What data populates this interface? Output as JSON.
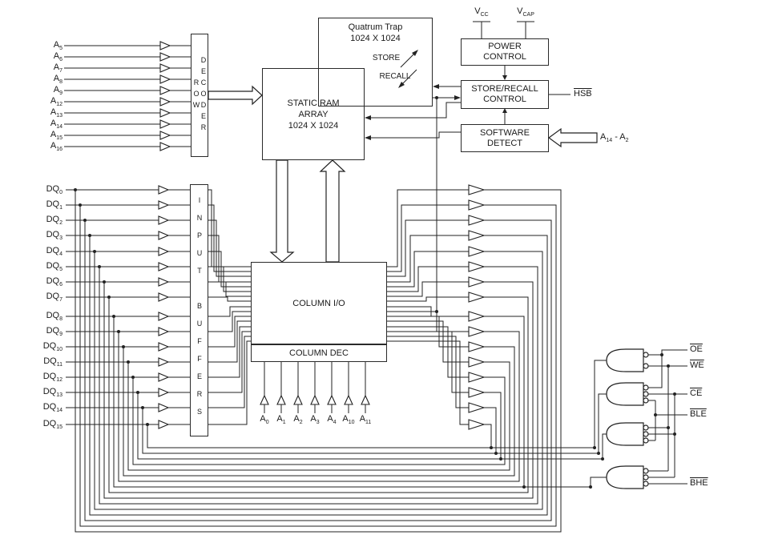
{
  "colors": {
    "ink": "#222222",
    "background": "#ffffff"
  },
  "blocks": {
    "row_decoder": {
      "vertical_label": "ROW DECODER"
    },
    "input_buffers": {
      "vertical_label": "INPUT BUFFERS"
    },
    "static_ram": {
      "line1": "STATIC RAM",
      "line2": "ARRAY",
      "line3": "1024 X 1024"
    },
    "quantum_trap": {
      "line1": "Quatrum Trap",
      "line2": "1024 X 1024"
    },
    "power_control": {
      "line1": "POWER",
      "line2": "CONTROL"
    },
    "store_recall": {
      "line1": "STORE/RECALL",
      "line2": "CONTROL"
    },
    "software_detect": {
      "line1": "SOFTWARE",
      "line2": "DETECT"
    },
    "column_io": {
      "label": "COLUMN I/O"
    },
    "column_dec": {
      "label": "COLUMN DEC"
    }
  },
  "annotations": {
    "store": "STORE",
    "recall": "RECALL"
  },
  "power_pins": {
    "vcc": {
      "base": "V",
      "sub": "CC"
    },
    "vcap": {
      "base": "V",
      "sub": "CAP"
    }
  },
  "signals": {
    "hsb": "HSB",
    "oe": "OE",
    "we": "WE",
    "ce": "CE",
    "ble": "BLE",
    "bhe": "BHE"
  },
  "software_detect_input": {
    "b1": "A",
    "s1": "14",
    "b2": " - A",
    "s2": "2"
  },
  "address_inputs": [
    {
      "base": "A",
      "sub": "5"
    },
    {
      "base": "A",
      "sub": "6"
    },
    {
      "base": "A",
      "sub": "7"
    },
    {
      "base": "A",
      "sub": "8"
    },
    {
      "base": "A",
      "sub": "9"
    },
    {
      "base": "A",
      "sub": "12"
    },
    {
      "base": "A",
      "sub": "13"
    },
    {
      "base": "A",
      "sub": "14"
    },
    {
      "base": "A",
      "sub": "15"
    },
    {
      "base": "A",
      "sub": "16"
    }
  ],
  "dq_inputs": [
    {
      "base": "DQ",
      "sub": "0"
    },
    {
      "base": "DQ",
      "sub": "1"
    },
    {
      "base": "DQ",
      "sub": "2"
    },
    {
      "base": "DQ",
      "sub": "3"
    },
    {
      "base": "DQ",
      "sub": "4"
    },
    {
      "base": "DQ",
      "sub": "5"
    },
    {
      "base": "DQ",
      "sub": "6"
    },
    {
      "base": "DQ",
      "sub": "7"
    },
    {
      "base": "DQ",
      "sub": "8"
    },
    {
      "base": "DQ",
      "sub": "9"
    },
    {
      "base": "DQ",
      "sub": "10"
    },
    {
      "base": "DQ",
      "sub": "11"
    },
    {
      "base": "DQ",
      "sub": "12"
    },
    {
      "base": "DQ",
      "sub": "13"
    },
    {
      "base": "DQ",
      "sub": "14"
    },
    {
      "base": "DQ",
      "sub": "15"
    }
  ],
  "column_addresses": [
    {
      "base": "A",
      "sub": "0"
    },
    {
      "base": "A",
      "sub": "1"
    },
    {
      "base": "A",
      "sub": "2"
    },
    {
      "base": "A",
      "sub": "3"
    },
    {
      "base": "A",
      "sub": "4"
    },
    {
      "base": "A",
      "sub": "10"
    },
    {
      "base": "A",
      "sub": "11"
    }
  ]
}
